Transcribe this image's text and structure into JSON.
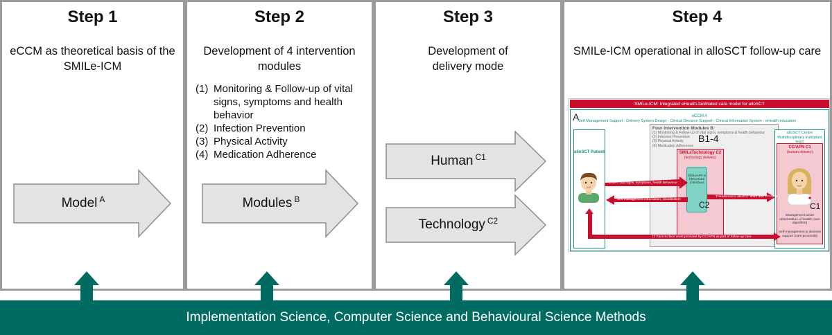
{
  "steps": [
    {
      "title": "Step 1",
      "description": "eCCM as theoretical basis of the SMILe-ICM",
      "arrows": [
        {
          "label": "Model",
          "sup": "A"
        }
      ]
    },
    {
      "title": "Step 2",
      "description": "Development of 4 intervention modules",
      "modules": [
        {
          "num": "(1)",
          "text": "Monitoring & Follow-up of vital signs, symptoms and health behavior"
        },
        {
          "num": "(2)",
          "text": "Infection Prevention"
        },
        {
          "num": "(3)",
          "text": "Physical Activity"
        },
        {
          "num": "(4)",
          "text": "Medication Adherence"
        }
      ],
      "arrows": [
        {
          "label": "Modules",
          "sup": "B"
        }
      ]
    },
    {
      "title": "Step 3",
      "description": "Development of delivery mode",
      "arrows": [
        {
          "label": "Human",
          "sup": "C1"
        },
        {
          "label": "Technology",
          "sup": "C2"
        }
      ]
    },
    {
      "title": "Step 4",
      "description": "SMILe-ICM operational in alloSCT follow-up care"
    }
  ],
  "inset": {
    "banner": "SMILe-ICM: Integrated eHealth-facilitated care model for alloSCT",
    "letter_a": "A",
    "eccm_title": "eCCM A",
    "eccm_components": "Self-Management Support - Delivery System Design - Clinical Decision Support - Clinical Information System - eHealth education",
    "modules_title": "Four Intervention Modules B",
    "modules_list": [
      "(1) Monitoring & Follow-up of vital signs, symptoms & health behaviour",
      "(2) Infection Prevention",
      "(3) Physical Activity",
      "(4) Medication Adherence"
    ],
    "b_label": "B1-4",
    "patient_label": "alloSCT Patient",
    "tech_title": "SMILeTechnology C2",
    "tech_sub": "(technology delivery)",
    "phone_text": "SMILeAPP & SMILeCare (interface)",
    "c2_label": "C2",
    "centre_label": "alloSCT Centre Multidisciplinary transplant team",
    "cc_title": "CC/APN C1",
    "cc_sub": "(human delivery)",
    "c1_label": "C1",
    "cc_text1": "Management acute deterioration of health (care algorithm)",
    "cc_text2": "Self-management & decision support (care protocols)",
    "flow_enter": "Enters vital signs, symptoms, health behaviour",
    "flow_transfer": "Transferred to alloSCT team and CC/APN",
    "flow_selfmgmt": "Self-management information, visualization",
    "flow_visits": "12 Face-to-face visits provided by CC/APN as part of follow-up care"
  },
  "bottom_bar": "Implementation Science, Computer Science and Behavioural Science Methods",
  "colors": {
    "teal": "#006b60",
    "red": "#c8102e",
    "panel_border": "#9a9a9a",
    "arrow_fill": "#e3e3e3"
  }
}
